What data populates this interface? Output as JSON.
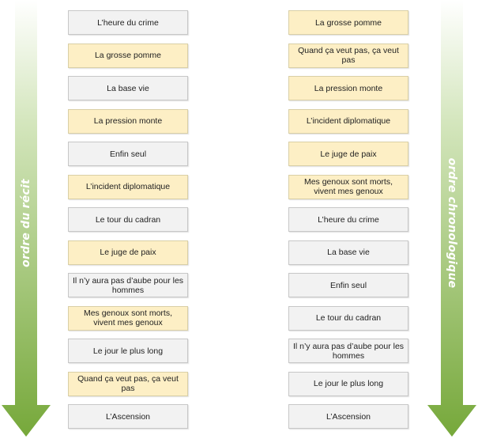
{
  "colors": {
    "grey_box": "#f2f2f2",
    "yellow_box": "#fdefc5",
    "arrow_top": "#ffffff",
    "arrow_bottom": "#7aab3c"
  },
  "left_arrow": {
    "label": "ordre du récit"
  },
  "right_arrow": {
    "label": "ordre chronologique"
  },
  "left_column": [
    {
      "text": "L’heure du crime",
      "style": "grey"
    },
    {
      "text": "La grosse pomme",
      "style": "yellow"
    },
    {
      "text": "La base vie",
      "style": "grey"
    },
    {
      "text": "La pression monte",
      "style": "yellow"
    },
    {
      "text": "Enfin seul",
      "style": "grey"
    },
    {
      "text": "L’incident diplomatique",
      "style": "yellow"
    },
    {
      "text": "Le tour du cadran",
      "style": "grey"
    },
    {
      "text": "Le juge de paix",
      "style": "yellow"
    },
    {
      "text": "Il n’y aura pas d’aube pour les hommes",
      "style": "grey"
    },
    {
      "text": "Mes genoux sont morts, vivent mes genoux",
      "style": "yellow"
    },
    {
      "text": "Le jour le plus long",
      "style": "grey"
    },
    {
      "text": "Quand ça veut pas, ça veut pas",
      "style": "yellow"
    },
    {
      "text": "L’Ascension",
      "style": "grey"
    }
  ],
  "right_column": [
    {
      "text": "La grosse pomme",
      "style": "yellow"
    },
    {
      "text": "Quand ça veut pas, ça veut pas",
      "style": "yellow"
    },
    {
      "text": "La pression monte",
      "style": "yellow"
    },
    {
      "text": "L’incident diplomatique",
      "style": "yellow"
    },
    {
      "text": "Le juge de paix",
      "style": "yellow"
    },
    {
      "text": "Mes genoux sont morts, vivent mes genoux",
      "style": "yellow"
    },
    {
      "text": "L’heure du crime",
      "style": "grey"
    },
    {
      "text": "La base vie",
      "style": "grey"
    },
    {
      "text": "Enfin seul",
      "style": "grey"
    },
    {
      "text": "Le tour du cadran",
      "style": "grey"
    },
    {
      "text": "Il n’y aura pas d’aube pour les hommes",
      "style": "grey"
    },
    {
      "text": "Le jour le plus long",
      "style": "grey"
    },
    {
      "text": "L’Ascension",
      "style": "grey"
    }
  ]
}
